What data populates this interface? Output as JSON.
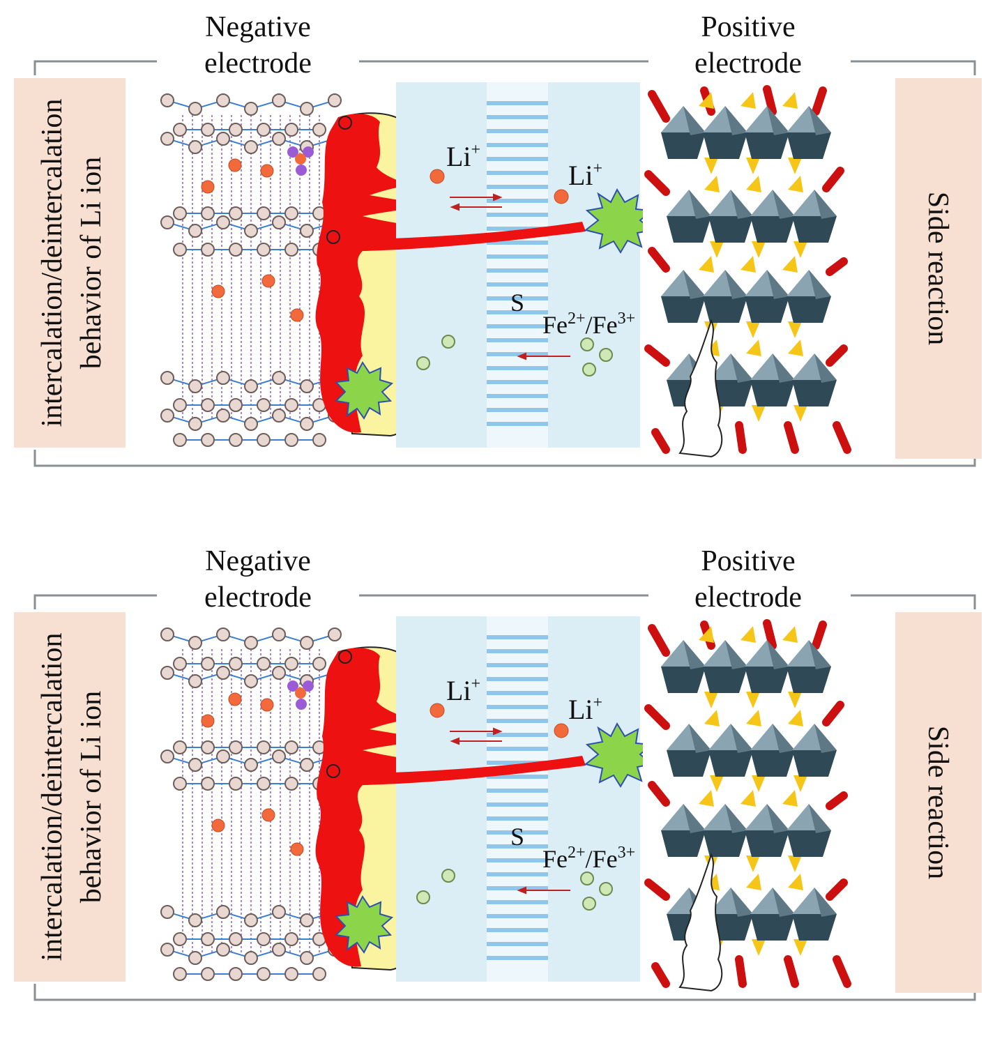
{
  "panels": [
    {
      "negative_line1": "Negative",
      "negative_line2": "electrode",
      "positive_line1": "Positive",
      "positive_line2": "electrode",
      "left_line1": "intercalation/deintercalation",
      "left_line2": "behavior of Li ion",
      "right_label": "Side reaction",
      "li_label_1": "Li",
      "li_sup_1": "+",
      "li_label_2": "Li",
      "li_sup_2": "+",
      "separator_label": "S",
      "fe_a": "Fe",
      "fe_a_sup": "2+",
      "fe_b": "/Fe",
      "fe_b_sup": "3+"
    },
    {
      "negative_line1": "Negative",
      "negative_line2": "electrode",
      "positive_line1": "Positive",
      "positive_line2": "electrode",
      "left_line1": "intercalation/deintercalation",
      "left_line2": "behavior of Li ion",
      "right_label": "Side reaction",
      "li_label_1": "Li",
      "li_sup_1": "+",
      "li_label_2": "Li",
      "li_sup_2": "+",
      "separator_label": "S",
      "fe_a": "Fe",
      "fe_a_sup": "2+",
      "fe_b": "/Fe",
      "fe_b_sup": "3+"
    }
  ],
  "colors": {
    "label_box": "#f7e0d2",
    "electrolyte": "#dbeef5",
    "separator_stripe": "#8fc6ea",
    "sei_red": "#ee1111",
    "sei_yellow": "#faf3a0",
    "green_spot": "#8cd44a",
    "octahedron_dark": "#2f4a56",
    "octahedron_light": "#8aa4b2",
    "tetra_yellow": "#f5c518",
    "rod_red": "#cc1010",
    "atom_fill": "#e9d7d2",
    "li_ion": "#f26a3c",
    "fe_ion": "#cfe8b6"
  }
}
